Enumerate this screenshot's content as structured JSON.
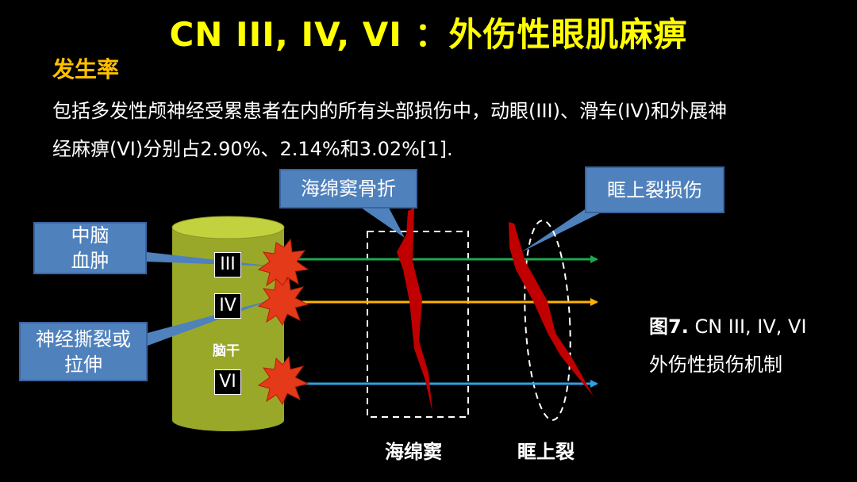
{
  "slide": {
    "title": "CN III, IV, VI ：外伤性眼肌麻痹",
    "subheading": "发生率",
    "paragraph_line1": "包括多发性颅神经受累患者在内的所有头部损伤中，动眼(III)、滑车(IV)和外展神",
    "paragraph_line2": "经麻痹(VI)分别占2.90%、2.14%和3.02%[1]."
  },
  "diagram": {
    "callouts": {
      "midbrain_line1": "中脑",
      "midbrain_line2": "血肿",
      "nerve_tear_line1": "神经撕裂或",
      "nerve_tear_line2": "拉伸",
      "cavernous_fracture": "海绵窦骨折",
      "orbital_fissure_injury": "眶上裂损伤"
    },
    "nerves": [
      {
        "label": "III",
        "color": "#1fa84f"
      },
      {
        "label": "IV",
        "color": "#ffb300"
      },
      {
        "label": "VI",
        "color": "#2fa0e0"
      }
    ],
    "brainstem_label": "脑干",
    "bottom_labels": {
      "cavernous_sinus": "海绵窦",
      "orbital_fissure": "眶上裂"
    },
    "caption_figure": "图7.",
    "caption_line1": " CN III, IV, VI",
    "caption_line2": "外伤性损伤机制"
  },
  "colors": {
    "title": "#ffff00",
    "subheading": "#ffc000",
    "callout_fill": "#4f81bd",
    "cylinder": "#9aa82a",
    "fracture": "#c00000",
    "burst": "#e53a1a"
  }
}
